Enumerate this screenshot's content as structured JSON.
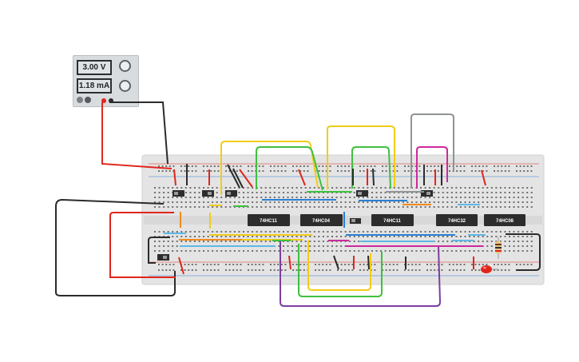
{
  "power_supply": {
    "voltage_display": "3.00 V",
    "current_display": "1.18 mA"
  },
  "chips": [
    {
      "label": "74HC11"
    },
    {
      "label": "74HC04"
    },
    {
      "label": "74HC11"
    },
    {
      "label": "74HC32"
    },
    {
      "label": "74HC08"
    }
  ],
  "colors": {
    "breadboard": "#e4e4e4",
    "wire_red": "#e0261c",
    "wire_black": "#2b2b2b",
    "wire_yellow": "#f2cc18",
    "wire_green": "#3fbf3f",
    "wire_purple": "#7b3f9e",
    "wire_magenta": "#cc2a9c",
    "wire_gray": "#8f9496",
    "wire_blue": "#2a7fd4",
    "wire_orange": "#f28a1c",
    "led_red": "#e0261c"
  }
}
